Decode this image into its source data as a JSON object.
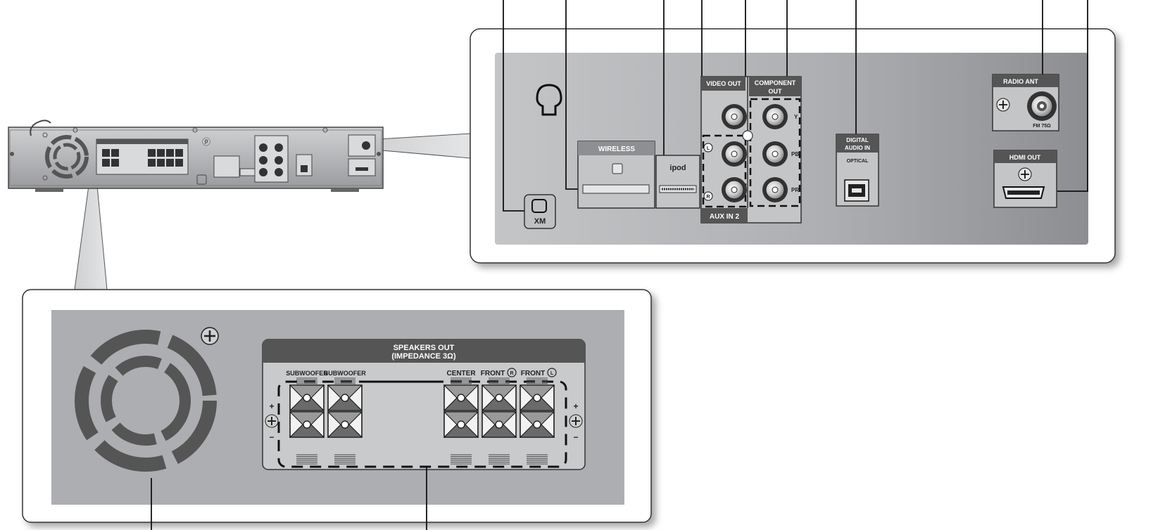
{
  "rear_panel_zoom": {
    "video_out": "VIDEO OUT",
    "component_out": "COMPONENT",
    "component_out_2": "OUT",
    "aux_in": "AUX IN 2",
    "wireless": "WIRELESS",
    "ipod": "ipod",
    "xm": "XM",
    "digital_audio_in_1": "DIGITAL",
    "digital_audio_in_2": "AUDIO IN",
    "optical": "OPTICAL",
    "radio_ant": "RADIO ANT",
    "fm": "FM 75Ω",
    "hdmi_out": "HDMI OUT",
    "y": "Y",
    "pb": "PB",
    "pr": "PR",
    "left": "L",
    "right": "R"
  },
  "speaker_zoom": {
    "title_1": "SPEAKERS OUT",
    "title_2": "(IMPEDANCE 3Ω)",
    "subwoofer_1": "SUBWOOFER",
    "subwoofer_2": "SUBWOOFER",
    "center": "CENTER",
    "front_r": "FRONT",
    "front_l": "FRONT",
    "r_mark": "R",
    "l_mark": "L",
    "plus": "+",
    "minus": "−"
  }
}
